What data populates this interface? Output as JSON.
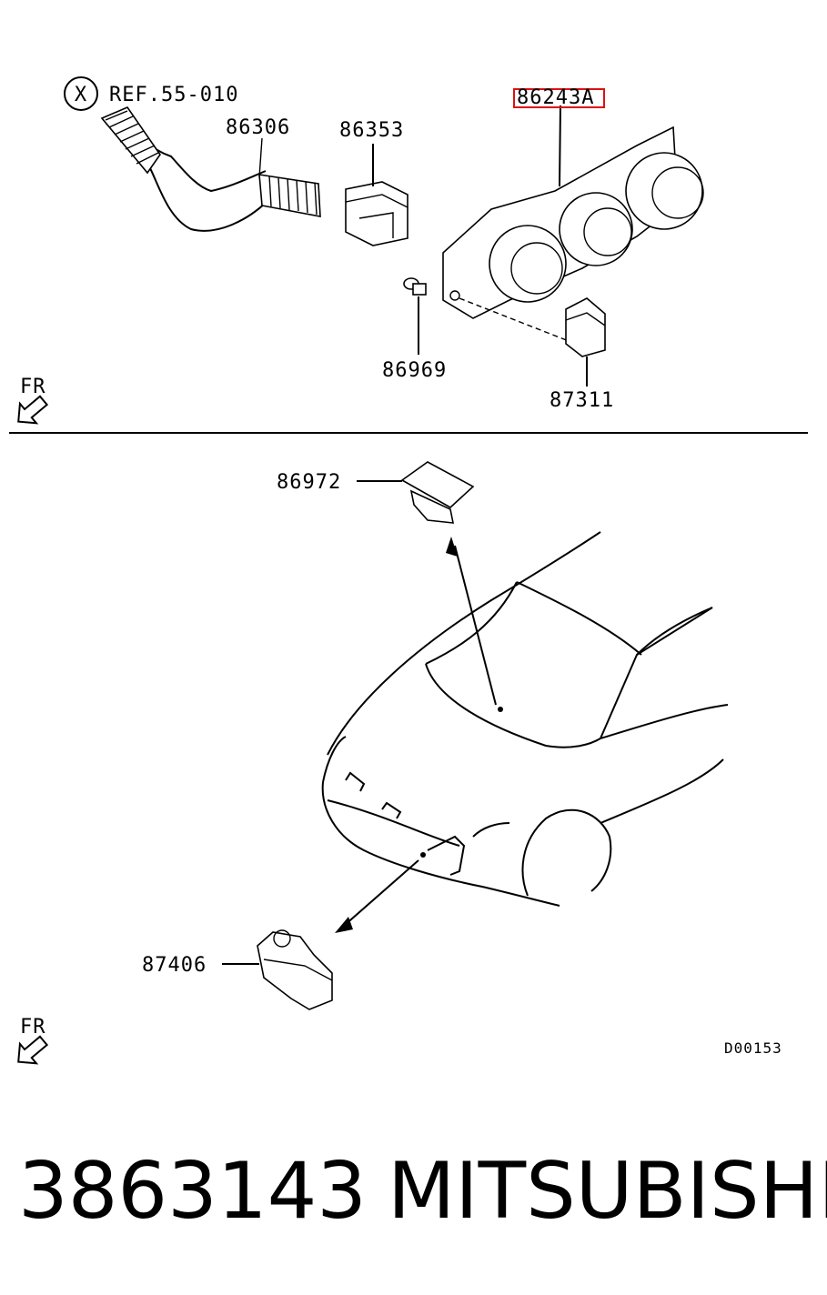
{
  "top_section": {
    "ref_symbol": "X",
    "ref_label": "REF.55-010",
    "parts": {
      "hose": "86306",
      "connector": "86353",
      "control_unit": "86243A",
      "screw": "86969",
      "bracket": "87311"
    },
    "fr_label": "FR"
  },
  "bottom_section": {
    "parts": {
      "sensor_top": "86972",
      "sensor_bottom": "87406"
    },
    "fr_label": "FR",
    "code": "D00153"
  },
  "footer": {
    "part_number": "3863143",
    "brand": "MITSUBISHI"
  },
  "colors": {
    "highlight": "#dd1111"
  }
}
